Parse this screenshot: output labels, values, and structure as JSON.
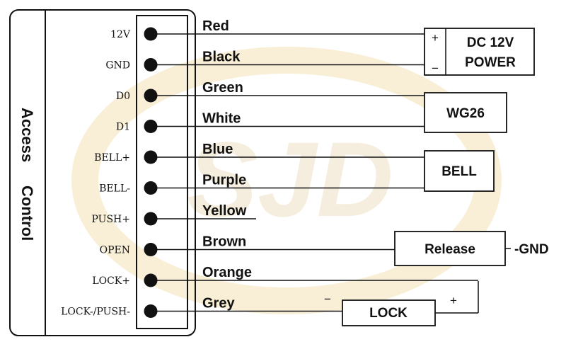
{
  "controller_label": [
    "Access",
    "Control"
  ],
  "terminals": [
    {
      "pin": "12V",
      "wire": "Red"
    },
    {
      "pin": "GND",
      "wire": "Black"
    },
    {
      "pin": "D0",
      "wire": "Green"
    },
    {
      "pin": "D1",
      "wire": "White"
    },
    {
      "pin": "BELL+",
      "wire": "Blue"
    },
    {
      "pin": "BELL-",
      "wire": "Purple"
    },
    {
      "pin": "PUSH+",
      "wire": "Yellow"
    },
    {
      "pin": "OPEN",
      "wire": "Brown"
    },
    {
      "pin": "LOCK+",
      "wire": "Orange"
    },
    {
      "pin": "LOCK-/PUSH-",
      "wire": "Grey"
    }
  ],
  "devices": {
    "power": {
      "line1": "DC 12V",
      "line2": "POWER",
      "plus": "+",
      "minus": "−"
    },
    "wg26": {
      "label": "WG26"
    },
    "bell": {
      "label": "BELL"
    },
    "release": {
      "label": "Release",
      "gnd": "-GND"
    },
    "lock": {
      "label": "LOCK",
      "minus": "−",
      "plus": "+"
    }
  },
  "watermark": {
    "text": "SJD",
    "color": "#f6e8c6"
  }
}
